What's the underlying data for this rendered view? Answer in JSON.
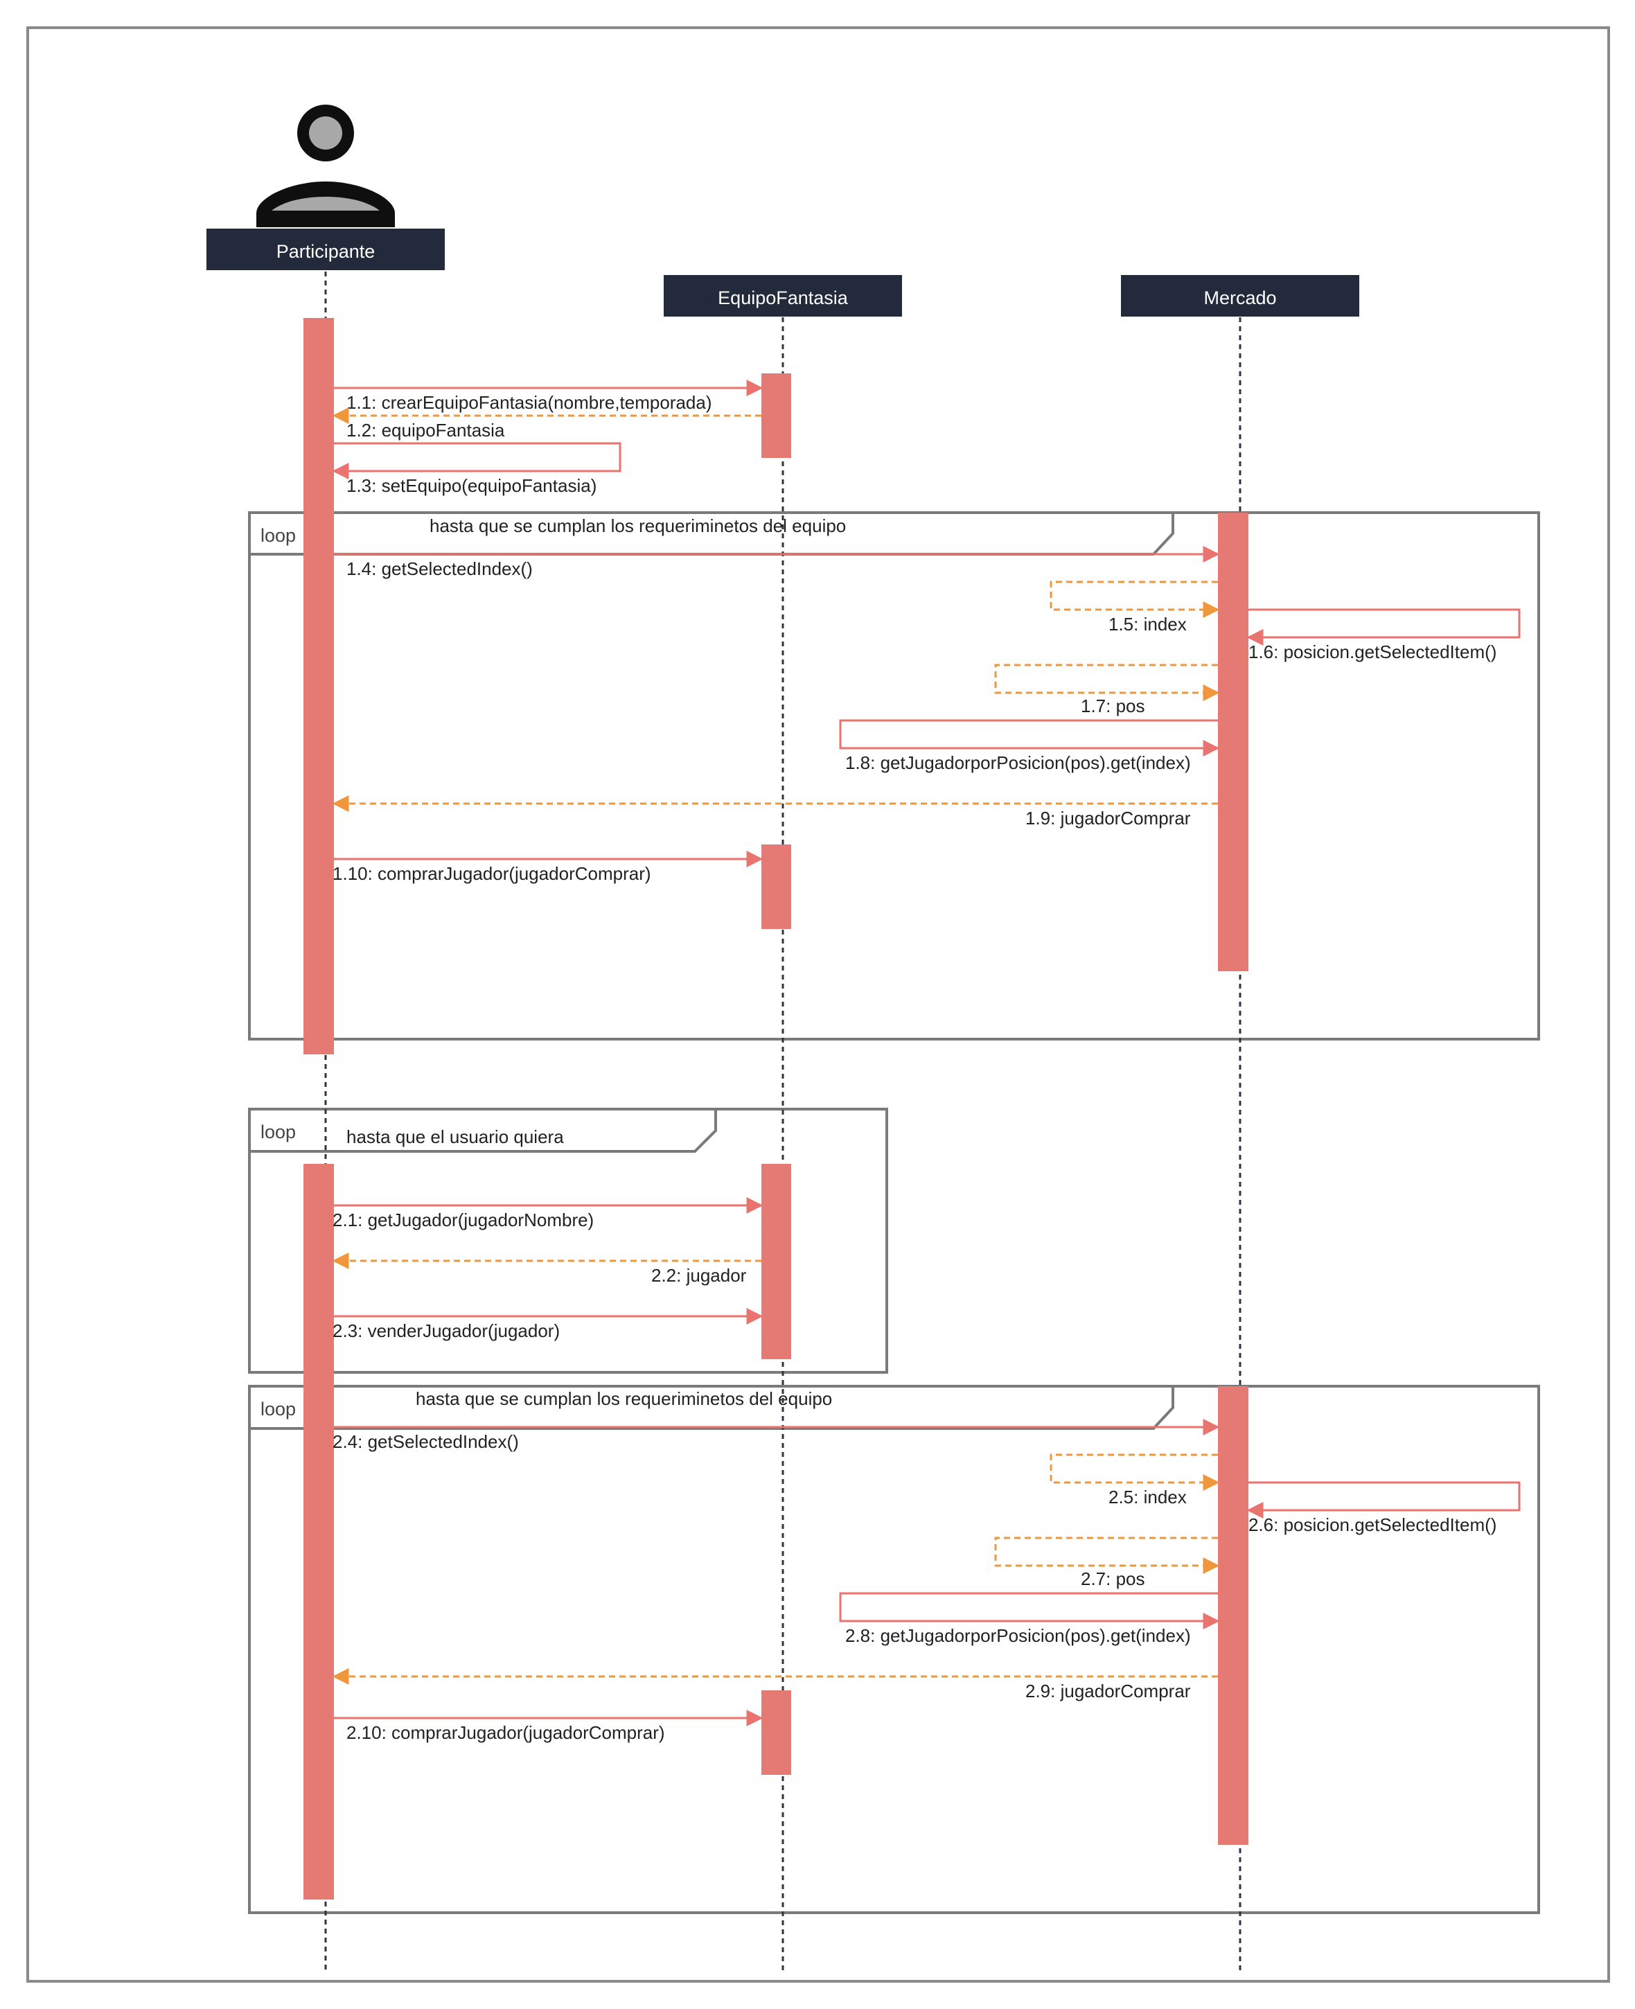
{
  "participants": [
    {
      "id": "participante",
      "label": "Participante",
      "kind": "actor"
    },
    {
      "id": "equipo",
      "label": "EquipoFantasia",
      "kind": "object"
    },
    {
      "id": "mercado",
      "label": "Mercado",
      "kind": "object"
    }
  ],
  "loops": [
    {
      "label": "loop",
      "guard": "hasta que se cumplan los requeriminetos del equipo"
    },
    {
      "label": "loop",
      "guard": "hasta que el usuario quiera"
    },
    {
      "label": "loop",
      "guard": "hasta que se cumplan los requeriminetos del equipo"
    }
  ],
  "messages": [
    {
      "label": "1.1: crearEquipoFantasia(nombre,temporada)",
      "type": "call"
    },
    {
      "label": "1.2: equipoFantasia",
      "type": "return"
    },
    {
      "label": "1.3: setEquipo(equipoFantasia)",
      "type": "self"
    },
    {
      "label": "1.4: getSelectedIndex()",
      "type": "call"
    },
    {
      "label": "1.5: index",
      "type": "return"
    },
    {
      "label": "1.6: posicion.getSelectedItem()",
      "type": "self"
    },
    {
      "label": "1.7: pos",
      "type": "return"
    },
    {
      "label": "1.8: getJugadorporPosicion(pos).get(index)",
      "type": "self"
    },
    {
      "label": "1.9: jugadorComprar",
      "type": "return"
    },
    {
      "label": "1.10: comprarJugador(jugadorComprar)",
      "type": "call"
    },
    {
      "label": "2.1: getJugador(jugadorNombre)",
      "type": "call"
    },
    {
      "label": "2.2: jugador",
      "type": "return"
    },
    {
      "label": "2.3: venderJugador(jugador)",
      "type": "call"
    },
    {
      "label": "2.4: getSelectedIndex()",
      "type": "call"
    },
    {
      "label": "2.5: index",
      "type": "return"
    },
    {
      "label": "2.6: posicion.getSelectedItem()",
      "type": "self"
    },
    {
      "label": "2.7: pos",
      "type": "return"
    },
    {
      "label": "2.8: getJugadorporPosicion(pos).get(index)",
      "type": "self"
    },
    {
      "label": "2.9: jugadorComprar",
      "type": "return"
    },
    {
      "label": "2.10: comprarJugador(jugadorComprar)",
      "type": "call"
    }
  ],
  "colors": {
    "call": "#e8736f",
    "return": "#f0963c",
    "activation": "#e57974",
    "participant_box": "#222a3b",
    "frame": "#7a7a7a",
    "lifeline": "#2c3447"
  }
}
